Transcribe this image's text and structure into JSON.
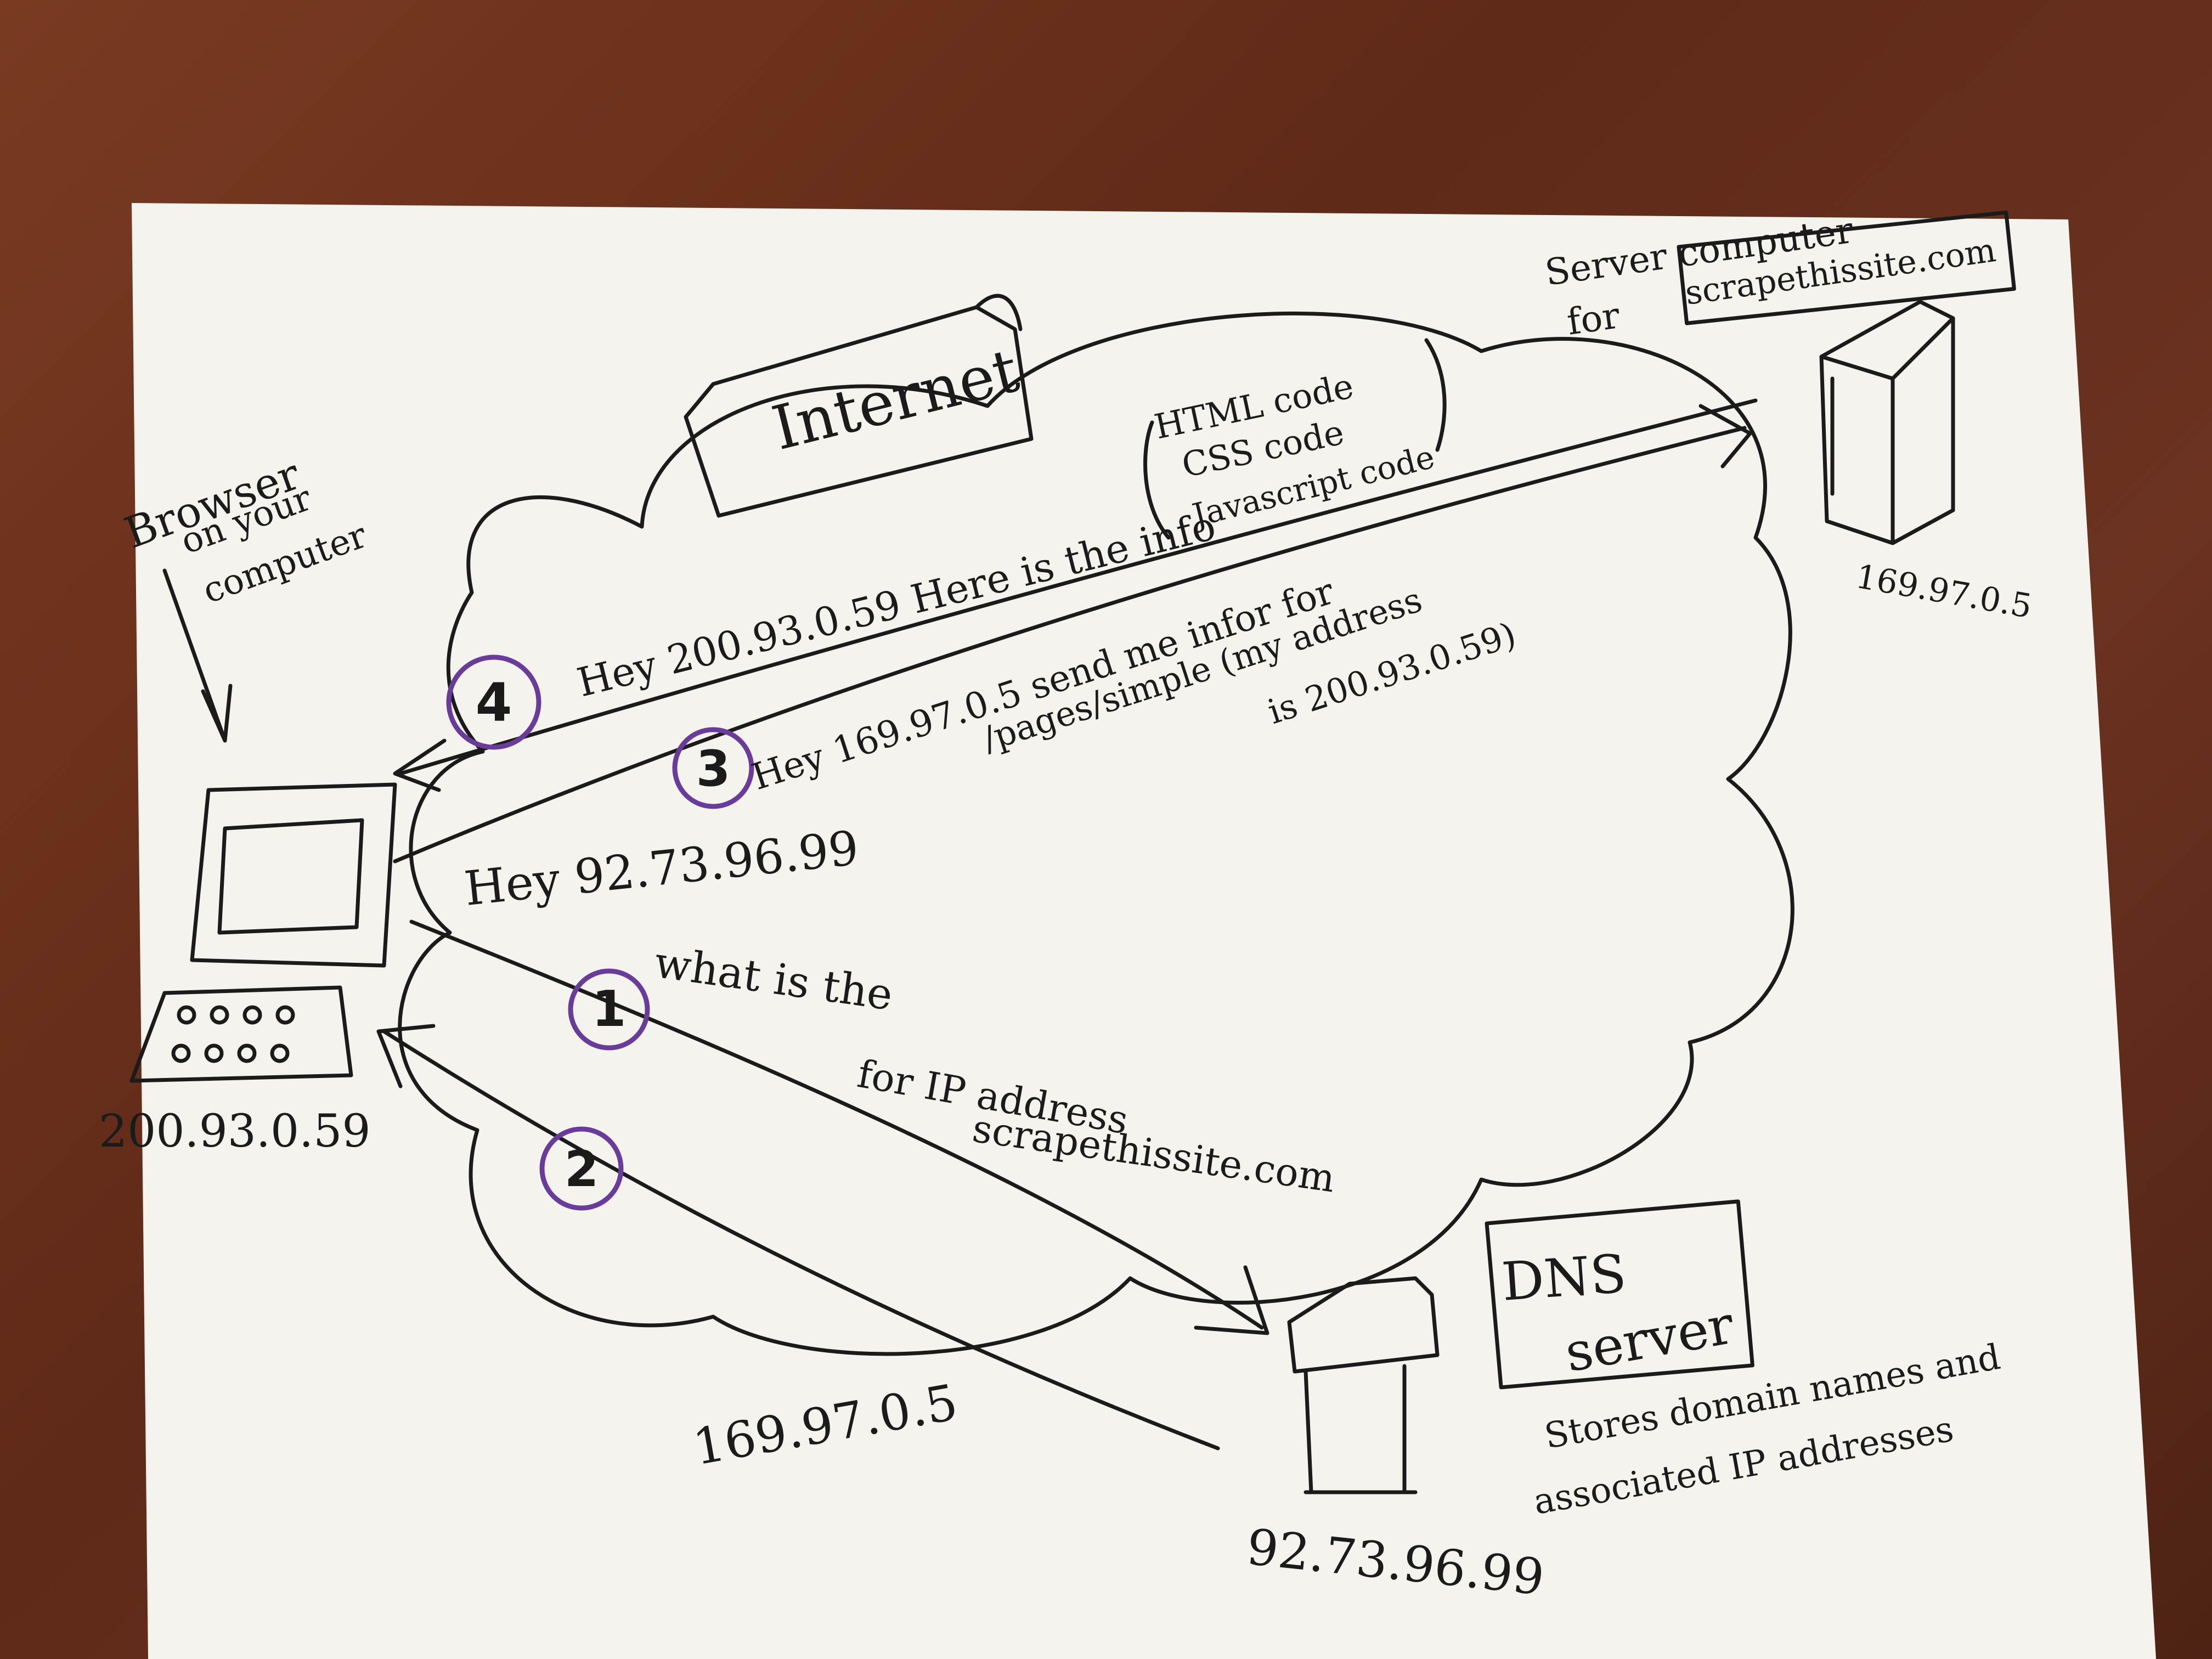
{
  "colors": {
    "paper": "#f4f3ee",
    "ink": "#1b1b1b",
    "step_circle": "#6a3c9a",
    "table": "#6b3220"
  },
  "browser": {
    "label_line1": "Browser",
    "label_line2": "on your",
    "label_line3": "computer",
    "ip": "200.93.0.59"
  },
  "internet": {
    "label": "Internet"
  },
  "server": {
    "label_line1": "Server computer",
    "label_line2": "for",
    "domain": "scrapethissite.com",
    "ip": "169.97.0.5",
    "code_line1": "HTML code",
    "code_line2": "CSS code",
    "code_line3": "Javascript code"
  },
  "dns": {
    "label_line1": "DNS",
    "label_line2": "server",
    "desc_line1": "Stores domain names and",
    "desc_line2": "associated IP addresses",
    "ip": "92.73.96.99"
  },
  "steps": [
    {
      "number": "1",
      "text_line1": "what is the",
      "text_line2": "for IP address",
      "text_line3": "scrapethissite.com",
      "prefix": "Hey 92.73.96.99"
    },
    {
      "number": "2",
      "text": "169.97.0.5"
    },
    {
      "number": "3",
      "text_line1": "Hey 169.97.0.5 send me infor for",
      "text_line2": "/pages/simple (my address",
      "text_line3": "is 200.93.0.59)"
    },
    {
      "number": "4",
      "text": "Hey 200.93.0.59 Here is the info"
    }
  ]
}
